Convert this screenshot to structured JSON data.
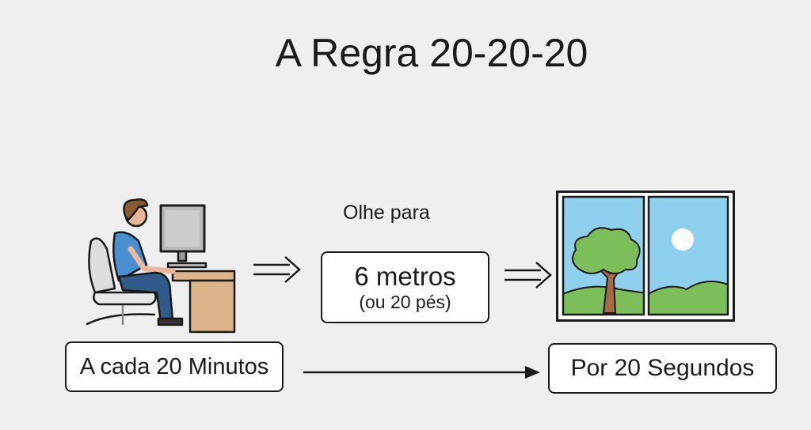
{
  "title": "A Regra 20-20-20",
  "step1": {
    "label": "A cada 20 Minutos",
    "illustration": "person-at-computer-icon"
  },
  "step2": {
    "caption": "Olhe para",
    "distance": "6 metros",
    "distance_alt": "(ou 20 pés)"
  },
  "step3": {
    "label": "Por 20 Segundos",
    "illustration": "window-view-icon"
  },
  "colors": {
    "background": "#efefef",
    "sky": "#8fd0ef",
    "tree": "#7cbf5a",
    "shirt": "#4a8fd0",
    "desk": "#dcb48a"
  }
}
